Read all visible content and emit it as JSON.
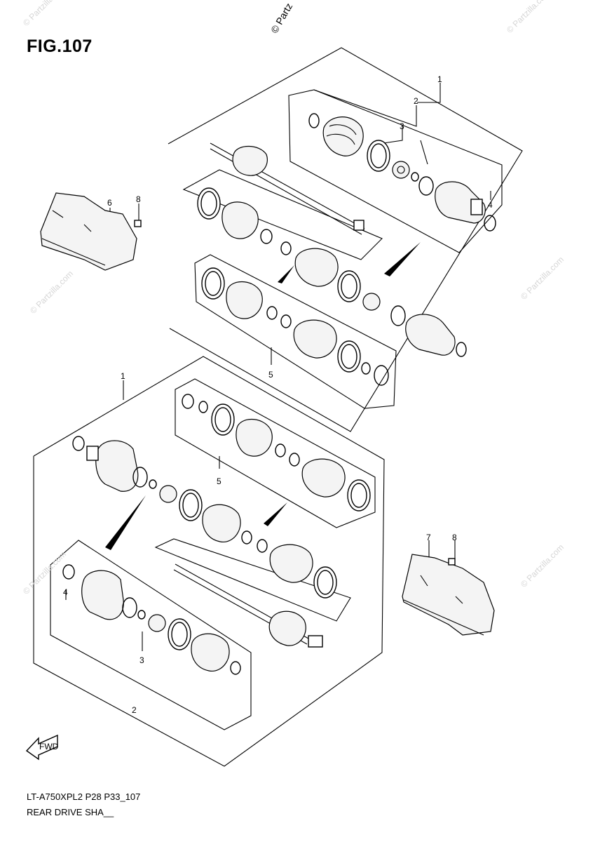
{
  "figure": {
    "title": "FIG.107"
  },
  "footer": {
    "model_code": "LT-A750XPL2 P28 P33_107",
    "section_name": "REAR DRIVE SHA__"
  },
  "watermark": {
    "text": "© Partzilla.com",
    "top_text": "© Partz"
  },
  "callouts": {
    "top": [
      {
        "id": "c1",
        "label": "1"
      },
      {
        "id": "c2",
        "label": "2"
      },
      {
        "id": "c3",
        "label": "3"
      },
      {
        "id": "c4",
        "label": "4"
      },
      {
        "id": "c5",
        "label": "5"
      },
      {
        "id": "c6",
        "label": "6"
      },
      {
        "id": "c8",
        "label": "8"
      }
    ],
    "bottom": [
      {
        "id": "c1",
        "label": "1"
      },
      {
        "id": "c2",
        "label": "2"
      },
      {
        "id": "c3",
        "label": "3"
      },
      {
        "id": "c4",
        "label": "4"
      },
      {
        "id": "c5",
        "label": "5"
      },
      {
        "id": "c7",
        "label": "7"
      },
      {
        "id": "c8",
        "label": "8"
      }
    ]
  },
  "direction_badge": {
    "label": "FWD",
    "icon": "forward-arrow-icon"
  }
}
